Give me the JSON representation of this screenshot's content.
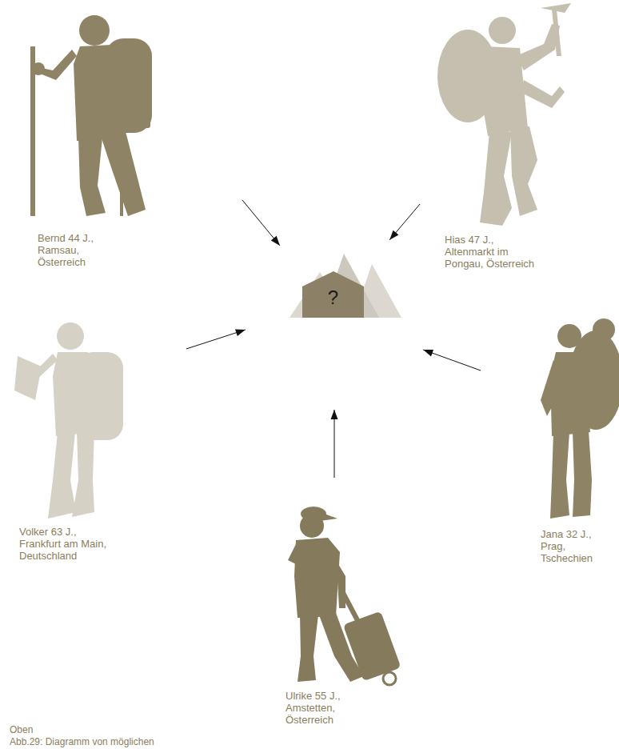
{
  "diagram": {
    "nodes": [
      {
        "text": [
          "Bernd 44 J., Ramsau, Österreich"
        ]
      },
      {
        "text": [
          "Hias 47 J., Altenmarkt im Pongau, Österreich"
        ]
      },
      {
        "text": [
          "?"
        ]
      },
      {
        "text": [
          "Volker 63 J., Frankfurt am Main, Deutschland"
        ]
      },
      {
        "text": [
          "Jana 32 J., Prag, Tschechien"
        ]
      },
      {
        "text": [
          "Ulrike 55 J., Amstetten, Österreich"
        ]
      }
    ],
    "edges": [
      {
        "from": 0,
        "to": 2,
        "arrow": "to"
      },
      {
        "from": 1,
        "to": 2,
        "arrow": "to"
      },
      {
        "from": 3,
        "to": 2,
        "arrow": "to"
      },
      {
        "from": 4,
        "to": 2,
        "arrow": "to"
      },
      {
        "from": 5,
        "to": 2,
        "arrow": "to"
      }
    ],
    "labels": [
      "Oben",
      "Abb.29: Diagramm von möglichen"
    ]
  }
}
